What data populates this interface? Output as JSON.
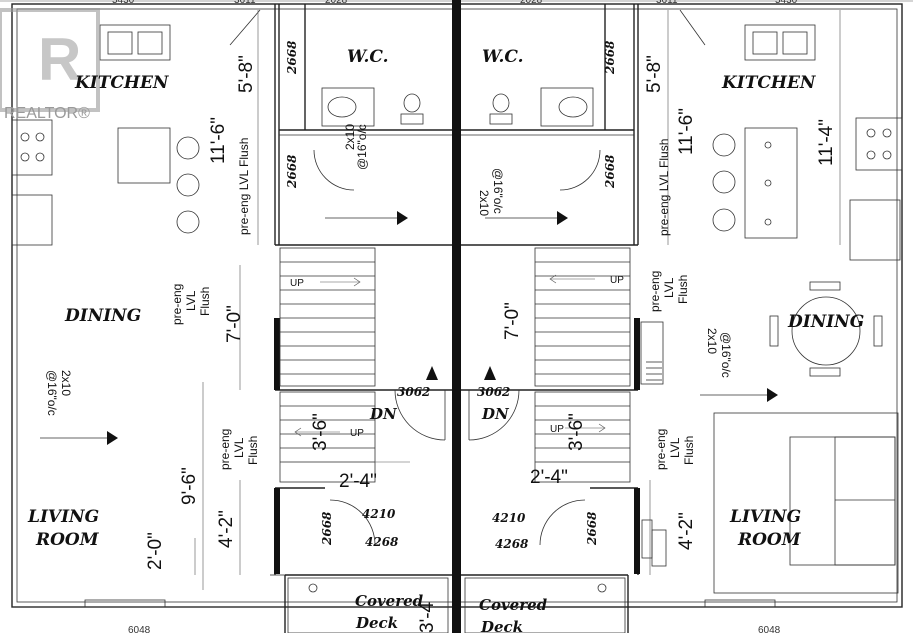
{
  "watermark": "REALTOR®",
  "top_dims": [
    "5430",
    "3611",
    "2028",
    "2028",
    "3611",
    "5430"
  ],
  "bottom_dims": [
    "6048",
    "6048"
  ],
  "rooms": {
    "wc_left": "W.C.",
    "wc_right": "W.C.",
    "kitchen_left": "KITCHEN",
    "kitchen_right": "KITCHEN",
    "dining_left": "DINING",
    "dining_right": "DINING",
    "living_left_1": "LIVING",
    "living_left_2": "ROOM",
    "living_right_1": "LIVING",
    "living_right_2": "ROOM",
    "covered_left_1": "Covered",
    "covered_left_2": "Deck",
    "covered_right_1": "Covered",
    "covered_right_2": "Deck",
    "dn_left": "DN",
    "dn_right": "DN"
  },
  "dims": {
    "d_5_8_left": "5'-8\"",
    "d_11_6_left": "11'-6\"",
    "d_7_0_left": "7'-0\"",
    "d_3_6_left": "3'-6\"",
    "d_2_4_left": "2'-4\"",
    "d_9_6": "9'-6\"",
    "d_4_2_left": "4'-2\"",
    "d_2_0": "2'-0\"",
    "d_3_4": "3'-4",
    "d_5_8_right": "5'-8\"",
    "d_11_6_right": "11'-6\"",
    "d_11_4": "11'-4\"",
    "d_7_0_right": "7'-0\"",
    "d_3_6_right": "3'-6\"",
    "d_2_4_right": "2'-4\"",
    "d_4_2_right": "4'-2\""
  },
  "codes": {
    "c_2668_a": "2668",
    "c_2668_b": "2668",
    "c_2668_c": "2668",
    "c_2668_d": "2668",
    "c_2668_e": "2668",
    "c_2668_f": "2668",
    "c_3062_l": "3062",
    "c_3062_r": "3062",
    "c_4210_l": "4210",
    "c_4268_l": "4268",
    "c_4210_r": "4210",
    "c_4268_r": "4268"
  },
  "notes": {
    "preeng_lvl_flush": "pre-eng LVL Flush",
    "pre_eng": "pre-eng",
    "lvl": "LVL",
    "flush": "Flush",
    "joist_2x10": "2x10",
    "spacing_16oc": "@16\"o/c"
  },
  "stairs": {
    "up": "UP"
  }
}
